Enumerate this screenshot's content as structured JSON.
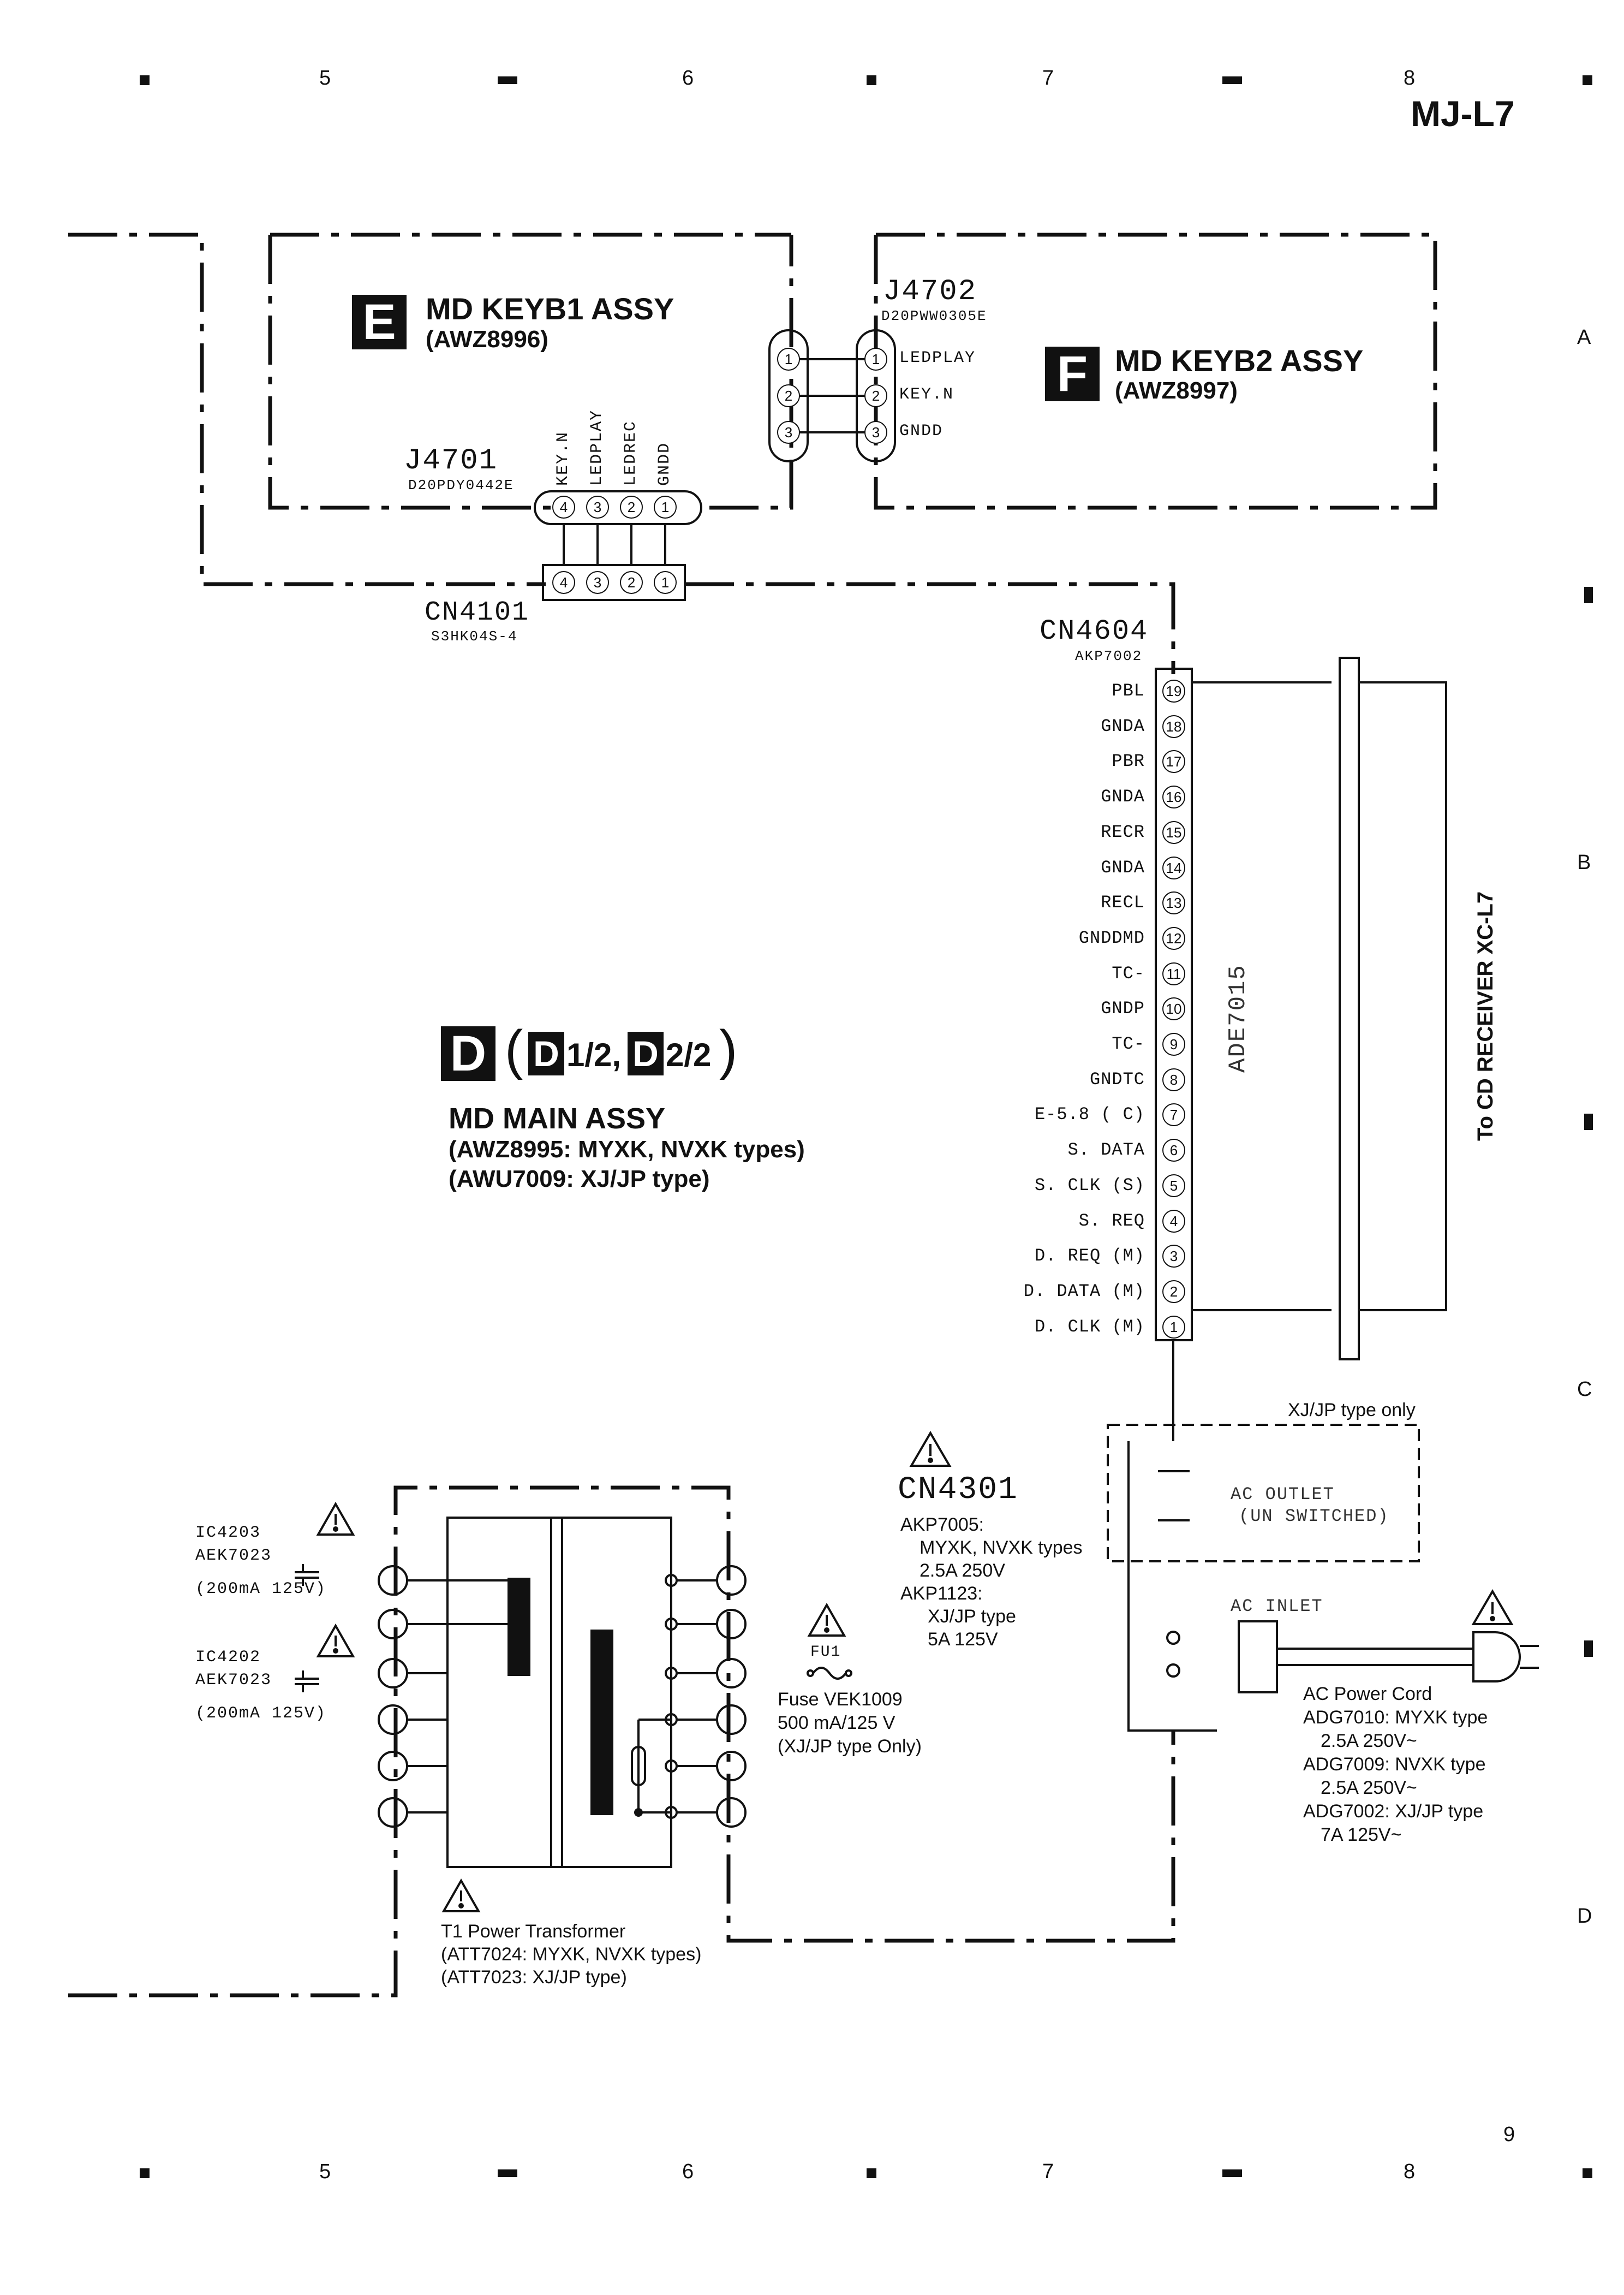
{
  "header": {
    "model": "MJ-L7"
  },
  "grid": {
    "columns": [
      "5",
      "6",
      "7",
      "8"
    ],
    "rows": [
      "A",
      "B",
      "C",
      "D"
    ],
    "page_number": "9"
  },
  "assy_e": {
    "tag": "E",
    "title": "MD KEYB1 ASSY",
    "part": "(AWZ8996)"
  },
  "assy_f": {
    "tag": "F",
    "title": "MD KEYB2 ASSY",
    "part": "(AWZ8997)"
  },
  "j4702": {
    "name": "J4702",
    "part": "D20PWW0305E",
    "pins": [
      {
        "num": "1",
        "label": "LEDPLAY"
      },
      {
        "num": "2",
        "label": "KEY.N"
      },
      {
        "num": "3",
        "label": "GNDD"
      }
    ]
  },
  "j4701": {
    "name": "J4701",
    "part": "D20PDY0442E",
    "pins": [
      {
        "num": "4",
        "label": "KEY.N"
      },
      {
        "num": "3",
        "label": "LEDPLAY"
      },
      {
        "num": "2",
        "label": "LEDREC"
      },
      {
        "num": "1",
        "label": "GNDD"
      }
    ]
  },
  "cn4101": {
    "name": "CN4101",
    "part": "S3HK04S-4",
    "pins": [
      "4",
      "3",
      "2",
      "1"
    ]
  },
  "cn4604": {
    "name": "CN4604",
    "part": "AKP7002",
    "pins": [
      {
        "num": "19",
        "label": "PBL"
      },
      {
        "num": "18",
        "label": "GNDA"
      },
      {
        "num": "17",
        "label": "PBR"
      },
      {
        "num": "16",
        "label": "GNDA"
      },
      {
        "num": "15",
        "label": "RECR"
      },
      {
        "num": "14",
        "label": "GNDA"
      },
      {
        "num": "13",
        "label": "RECL"
      },
      {
        "num": "12",
        "label": "GNDDMD"
      },
      {
        "num": "11",
        "label": "TC-"
      },
      {
        "num": "10",
        "label": "GNDP"
      },
      {
        "num": "9",
        "label": "TC-"
      },
      {
        "num": "8",
        "label": "GNDTC"
      },
      {
        "num": "7",
        "label": "E-5.8 ( C)"
      },
      {
        "num": "6",
        "label": "S. DATA"
      },
      {
        "num": "5",
        "label": "S. CLK (S)"
      },
      {
        "num": "4",
        "label": "S. REQ"
      },
      {
        "num": "3",
        "label": "D. REQ (M)"
      },
      {
        "num": "2",
        "label": "D. DATA (M)"
      },
      {
        "num": "1",
        "label": "D. CLK (M)"
      }
    ]
  },
  "cable": {
    "label": "ADE7015"
  },
  "side_label": "To CD RECEIVER XC-L7",
  "main_assy": {
    "tag": "D",
    "sub1_tag": "D",
    "sub1": "1/2,",
    "sub2_tag": "D",
    "sub2": "2/2",
    "title": "MD MAIN ASSY",
    "line1": "(AWZ8995: MYXK, NVXK types)",
    "line2": "(AWU7009: XJ/JP type)"
  },
  "cn4301": {
    "name": "CN4301",
    "lines": [
      "AKP7005:",
      "MYXK, NVXK types",
      "2.5A  250V",
      "AKP1123:",
      "XJ/JP type",
      "5A  125V"
    ]
  },
  "outlet": {
    "note": "XJ/JP type only",
    "line1": "AC  OUTLET",
    "line2": "(UN  SWITCHED)"
  },
  "inlet": {
    "label": "AC  INLET"
  },
  "power_cord": {
    "lines": [
      "AC Power Cord",
      "ADG7010: MYXK type",
      "2.5A  250V~",
      "ADG7009: NVXK type",
      "2.5A  250V~",
      "ADG7002: XJ/JP type",
      "7A  125V~"
    ]
  },
  "fu1": {
    "name": "FU1",
    "lines": [
      "Fuse  VEK1009",
      "500 mA/125 V",
      "(XJ/JP type Only)"
    ]
  },
  "ic4203": {
    "lines": [
      "IC4203",
      "AEK7023",
      "(200mA  125V)"
    ]
  },
  "ic4202": {
    "lines": [
      "IC4202",
      "AEK7023",
      "(200mA  125V)"
    ]
  },
  "transformer": {
    "lines": [
      "T1  Power Transformer",
      "(ATT7024: MYXK, NVXK types)",
      "(ATT7023: XJ/JP type)"
    ]
  }
}
